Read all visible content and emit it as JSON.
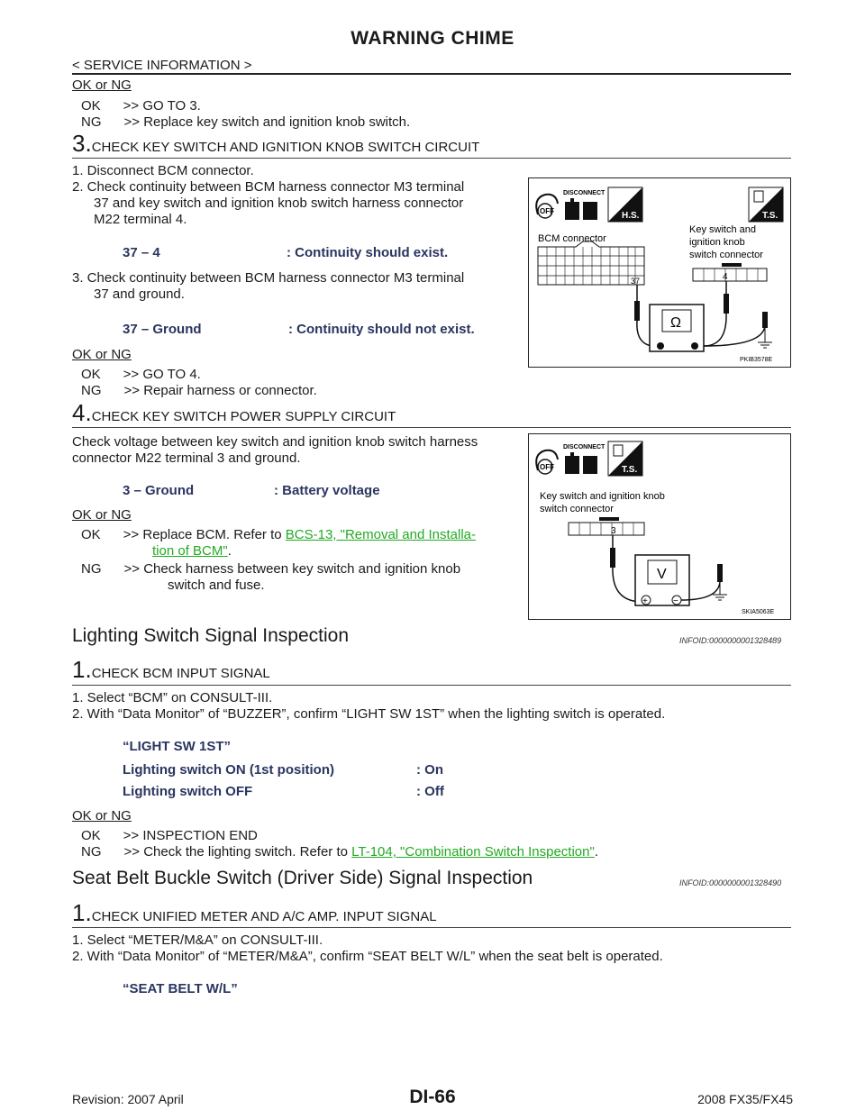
{
  "header": {
    "title": "WARNING CHIME",
    "subtitle": "< SERVICE INFORMATION >"
  },
  "s1": {
    "ok_ng": "OK or NG",
    "ok": "OK      >> GO TO 3.",
    "ng": "NG      >> Replace key switch and ignition knob switch."
  },
  "step3": {
    "num": "3.",
    "title": "CHECK KEY SWITCH AND IGNITION KNOB SWITCH CIRCUIT",
    "l1": "1.  Disconnect BCM connector.",
    "l2a": "2.  Check continuity between BCM harness connector M3 terminal",
    "l2b": "37 and key switch and ignition knob switch harness connector",
    "l2c": "M22 terminal 4.",
    "spec1_k": "37 – 4",
    "spec1_v": ": Continuity should exist.",
    "l3a": "3.  Check continuity between BCM harness connector M3 terminal",
    "l3b": "37 and ground.",
    "spec2_k": "37 – Ground",
    "spec2_v": ": Continuity should not exist.",
    "ok_ng": "OK or NG",
    "ok": "OK      >> GO TO 4.",
    "ng": "NG      >> Repair harness or connector."
  },
  "fig1": {
    "disconnect": "DISCONNECT",
    "off": "OFF",
    "hs": "H.S.",
    "ts": "T.S.",
    "bcm": "BCM connector",
    "key1": "Key switch and",
    "key2": "ignition knob",
    "key3": "switch connector",
    "t37": "37",
    "t4": "4",
    "ohm": "Ω",
    "code": "PKIB3578E"
  },
  "step4": {
    "num": "4.",
    "title": "CHECK KEY SWITCH POWER SUPPLY CIRCUIT",
    "l1a": "Check voltage between key switch and ignition knob switch harness",
    "l1b": "connector M22 terminal 3 and ground.",
    "spec_k": "3 – Ground",
    "spec_v": ": Battery voltage",
    "ok_ng": "OK or NG",
    "ok_pre": "OK      >> Replace BCM. Refer to ",
    "ok_link1": "BCS-13, \"Removal and Installa-",
    "ok_link2": "tion of BCM\"",
    "ok_post": ".",
    "ng_a": "NG      >> Check harness between key switch and ignition knob",
    "ng_b": "switch and fuse."
  },
  "fig2": {
    "disconnect": "DISCONNECT",
    "off": "OFF",
    "ts": "T.S.",
    "key1": "Key switch and ignition knob",
    "key2": "switch connector",
    "t3": "3",
    "volt": "V",
    "plus": "+",
    "minus": "−",
    "code": "SKIA5063E"
  },
  "lighting": {
    "heading": "Lighting Switch Signal Inspection",
    "infoid": "INFOID:0000000001328489",
    "num": "1.",
    "title": "CHECK BCM INPUT SIGNAL",
    "l1": "1.  Select “BCM” on CONSULT-III.",
    "l2": "2.  With “Data Monitor” of “BUZZER”, confirm “LIGHT SW 1ST” when the lighting switch is operated.",
    "spec_title": "“LIGHT SW 1ST”",
    "r1_k": "Lighting switch ON (1st position)",
    "r1_v": ": On",
    "r2_k": "Lighting switch OFF",
    "r2_v": ": Off",
    "ok_ng": "OK or NG",
    "ok": "OK      >> INSPECTION END",
    "ng_pre": "NG      >> Check the lighting switch. Refer to ",
    "ng_link": "LT-104, \"Combination Switch Inspection\"",
    "ng_post": "."
  },
  "seatbelt": {
    "heading": "Seat Belt Buckle Switch (Driver Side) Signal Inspection",
    "infoid": "INFOID:0000000001328490",
    "num": "1.",
    "title": "CHECK UNIFIED METER AND A/C AMP. INPUT SIGNAL",
    "l1": "1.  Select “METER/M&A” on CONSULT-III.",
    "l2": "2.  With “Data Monitor” of “METER/M&A”, confirm “SEAT BELT W/L” when the seat belt is operated.",
    "spec_title": "“SEAT BELT W/L”"
  },
  "footer": {
    "revision": "Revision: 2007 April",
    "page": "DI-66",
    "model": "2008 FX35/FX45"
  }
}
